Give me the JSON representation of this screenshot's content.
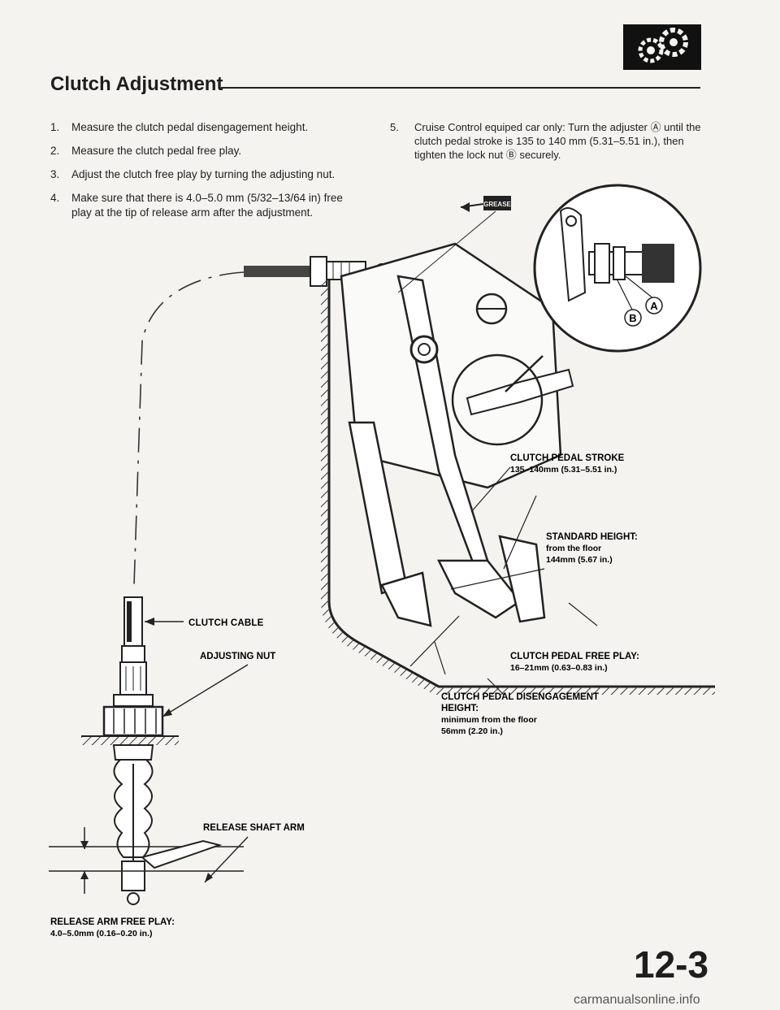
{
  "page": {
    "title": "Clutch Adjustment",
    "page_number": "12-3",
    "watermark": "carmanualsonline.info"
  },
  "steps": [
    {
      "num": "1.",
      "text": "Measure the clutch pedal disengagement height."
    },
    {
      "num": "2.",
      "text": "Measure the clutch pedal free play."
    },
    {
      "num": "3.",
      "text": "Adjust the clutch free play by turning the adjusting nut."
    },
    {
      "num": "4.",
      "text": "Make sure that there is 4.0–5.0 mm (5/32–13/64 in) free play at the tip of release arm after the adjustment."
    },
    {
      "num": "5.",
      "text": "Cruise Control equiped car only: Turn the adjuster Ⓐ until the clutch pedal stroke is 135 to 140 mm (5.31–5.51 in.), then tighten the lock nut Ⓑ securely."
    }
  ],
  "callouts": {
    "grease": "GREASE",
    "letter_a": "A",
    "letter_b": "B",
    "clutch_cable": "CLUTCH CABLE",
    "adjusting_nut": "ADJUSTING NUT",
    "release_shaft_arm": "RELEASE SHAFT ARM",
    "release_arm_free_play": {
      "title": "RELEASE ARM FREE PLAY:",
      "value": "4.0–5.0mm (0.16–0.20 in.)"
    },
    "pedal_stroke": {
      "title": "CLUTCH PEDAL STROKE",
      "value": "135–140mm (5.31–5.51 in.)"
    },
    "standard_height": {
      "title": "STANDARD HEIGHT:",
      "line1": "from the floor",
      "line2": "144mm (5.67 in.)"
    },
    "pedal_free_play": {
      "title": "CLUTCH PEDAL FREE PLAY:",
      "value": "16–21mm (0.63–0.83 in.)"
    },
    "disengagement_height": {
      "title": "CLUTCH PEDAL DISENGAGEMENT",
      "title2": "HEIGHT:",
      "line1": "minimum from the floor",
      "line2": "56mm (2.20 in.)"
    }
  },
  "icons": {
    "section_badge": "gears-icon"
  }
}
